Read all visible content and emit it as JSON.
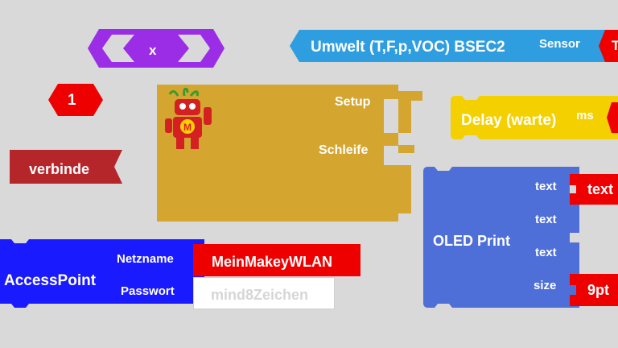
{
  "colors": {
    "background": "#d9d9d9",
    "purple": "#9b2de6",
    "red": "#ee0000",
    "dark_red": "#b5262b",
    "gold": "#d4a630",
    "sky": "#2f9ee0",
    "yellow": "#f5d000",
    "blue": "#1a1aff",
    "oled": "#4f6fd8"
  },
  "blocks": {
    "variable_x": {
      "label": "x"
    },
    "number_one": {
      "label": "1"
    },
    "connect": {
      "label": "verbinde"
    },
    "main": {
      "setup_label": "Setup",
      "loop_label": "Schleife",
      "logo_icon": "maker-robot-icon"
    },
    "environment": {
      "label": "Umwelt (T,F,p,VOC) BSEC2",
      "sensor_label": "Sensor",
      "sensor_value": "T"
    },
    "delay": {
      "label": "Delay (warte)",
      "unit_label": "ms"
    },
    "access_point": {
      "label": "AccessPoint",
      "ssid_label": "Netzname",
      "ssid_value": "MeinMakeyWLAN",
      "password_label": "Passwort",
      "password_placeholder": "mind8Zeichen"
    },
    "oled_print": {
      "label": "OLED Print",
      "text_label_1": "text",
      "text_label_2": "text",
      "text_label_3": "text",
      "size_label": "size",
      "text_value": "text",
      "size_value": "9pt"
    }
  }
}
